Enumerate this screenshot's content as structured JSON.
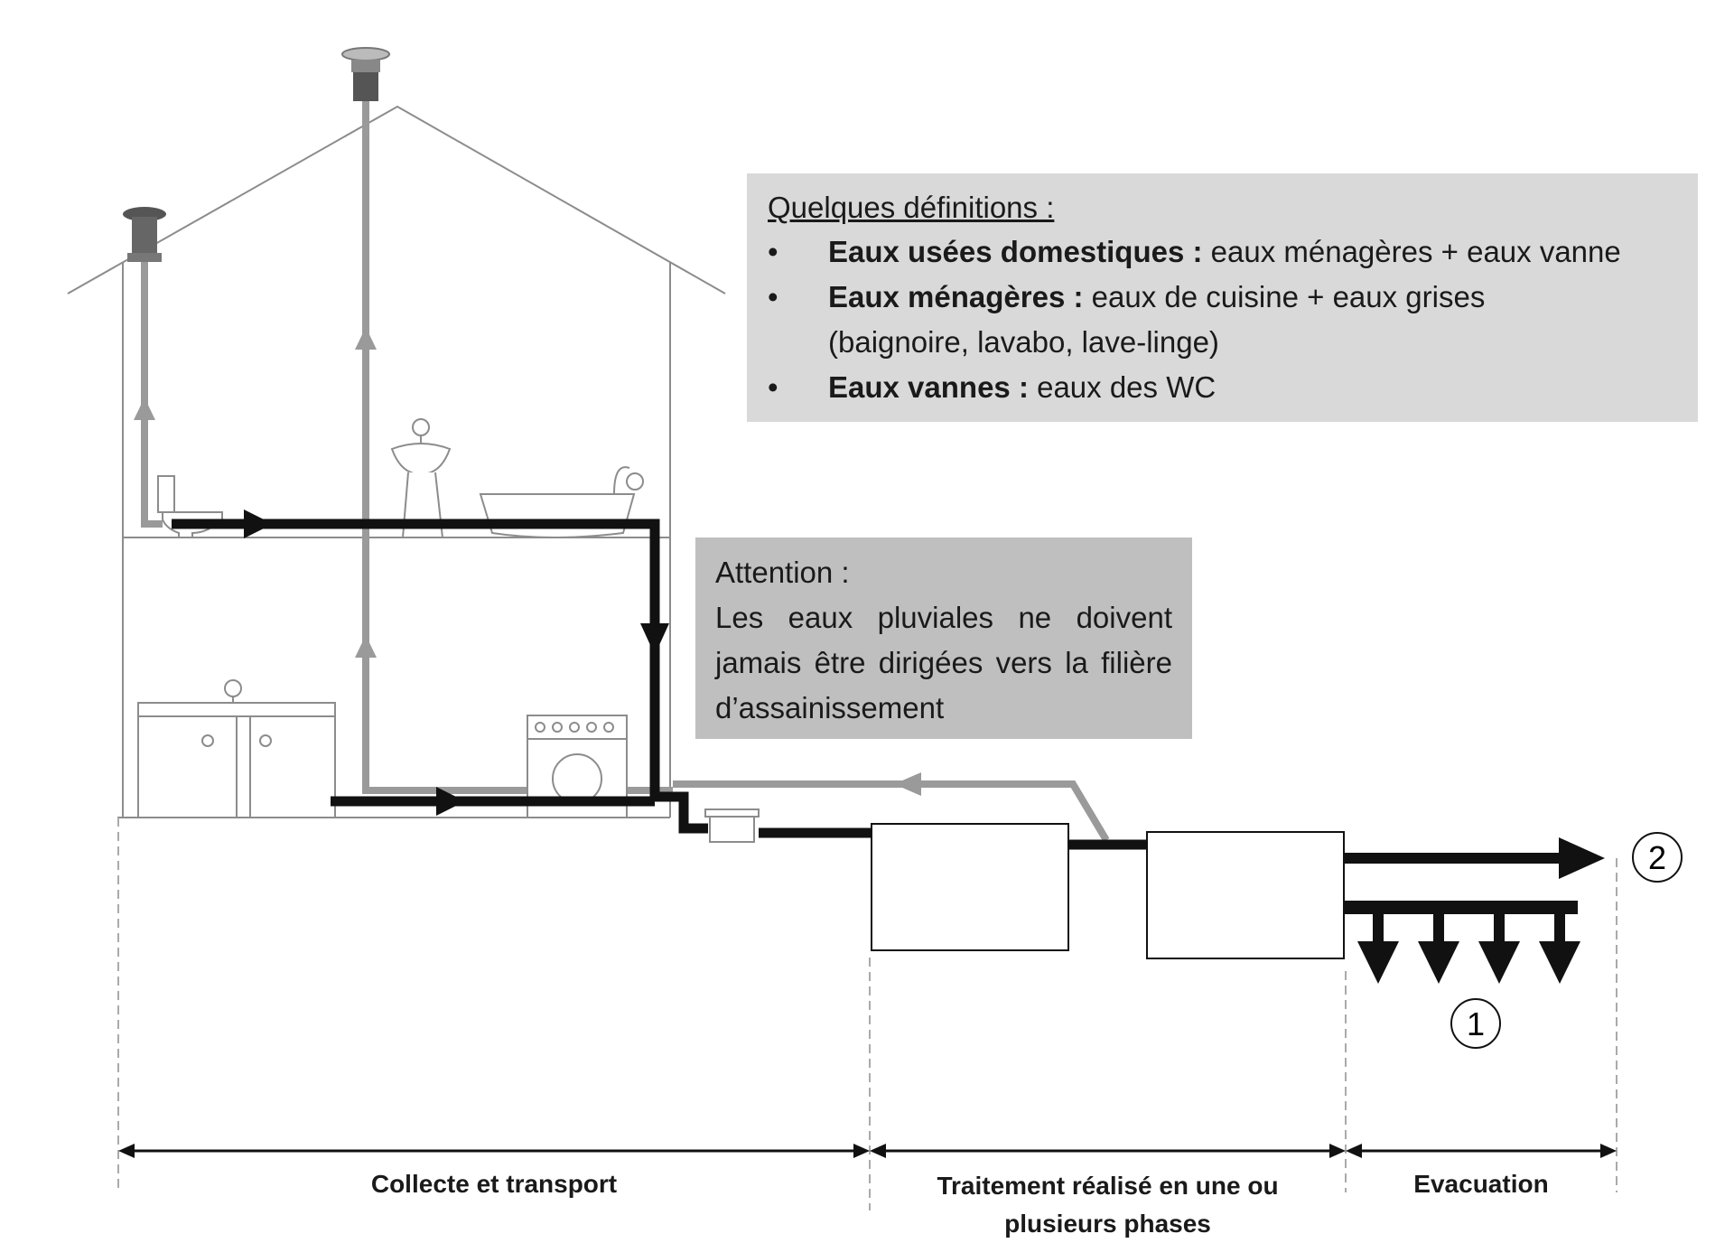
{
  "definitions": {
    "title": "Quelques définitions :",
    "items": [
      {
        "term": "Eaux usées domestiques :",
        "text": " eaux ménagères + eaux vanne"
      },
      {
        "term": "Eaux ménagères :",
        "text": " eaux de cuisine + eaux grises",
        "cont": "(baignoire, lavabo, lave-linge)"
      },
      {
        "term": "Eaux vannes :",
        "text": " eaux des WC"
      }
    ],
    "bullet": "•"
  },
  "attention": {
    "title": "Attention :",
    "body": "Les eaux pluviales ne doivent jamais être dirigées vers la filière d’assainissement"
  },
  "phases": {
    "collect": "Collecte et transport",
    "treatment_l1": "Traitement réalisé en une ou",
    "treatment_l2": "plusieurs phases",
    "evacuation": "Evacuation"
  },
  "markers": {
    "one": "1",
    "two": "2"
  },
  "colors": {
    "black_pipe": "#111111",
    "grey_pipe": "#9a9a9a",
    "outline": "#8c8c8c",
    "def_box": "#d9d9d9",
    "att_box": "#bfbfbf"
  }
}
